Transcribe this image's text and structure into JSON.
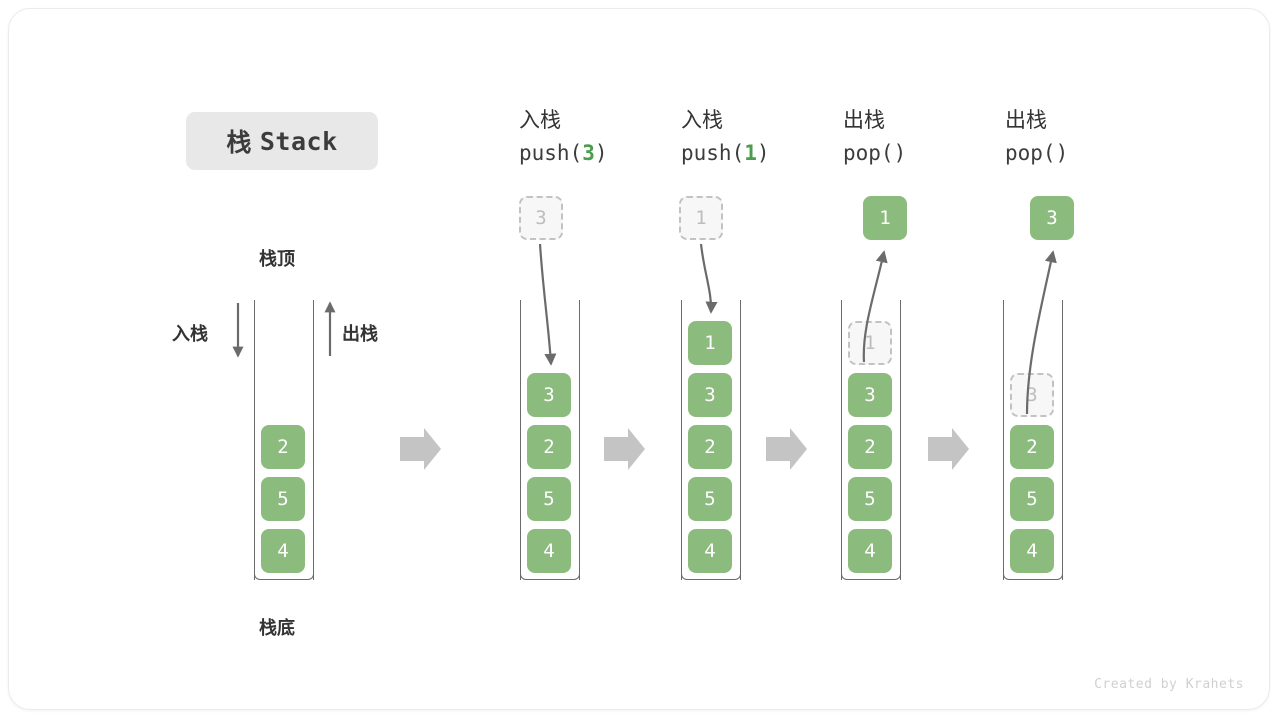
{
  "title": {
    "cn": "栈",
    "en": "Stack"
  },
  "labels": {
    "top": "栈顶",
    "bottom": "栈底",
    "push_side": "入栈",
    "pop_side": "出栈"
  },
  "credit": "Created by Krahets",
  "colors": {
    "cell_fill": "#8cbb7e",
    "cell_text": "#ffffff",
    "ghost_fill": "#f7f7f7",
    "ghost_border": "#c2c2c2",
    "ghost_text": "#bdbdbd",
    "arrow": "#6b6b6b",
    "block_arrow": "#c4c4c4",
    "badge_bg": "#e8e8e8",
    "accent_green": "#4a9d4a"
  },
  "columns": [
    {
      "id": "initial",
      "header_cn": "",
      "header_code_prefix": "",
      "header_code_arg": "",
      "header_code_suffix": "",
      "cells": [
        "2",
        "5",
        "4"
      ],
      "ghost_index": -1,
      "floating": null
    },
    {
      "id": "push-3",
      "header_cn": "入栈",
      "header_code_prefix": "push(",
      "header_code_arg": "3",
      "header_code_suffix": ")",
      "cells": [
        "3",
        "2",
        "5",
        "4"
      ],
      "ghost_index": -1,
      "floating": {
        "value": "3",
        "style": "ghost",
        "direction": "down"
      }
    },
    {
      "id": "push-1",
      "header_cn": "入栈",
      "header_code_prefix": "push(",
      "header_code_arg": "1",
      "header_code_suffix": ")",
      "cells": [
        "1",
        "3",
        "2",
        "5",
        "4"
      ],
      "ghost_index": -1,
      "floating": {
        "value": "1",
        "style": "ghost",
        "direction": "down"
      }
    },
    {
      "id": "pop-1",
      "header_cn": "出栈",
      "header_code_prefix": "pop(",
      "header_code_arg": "",
      "header_code_suffix": ")",
      "cells": [
        "1",
        "3",
        "2",
        "5",
        "4"
      ],
      "ghost_index": 0,
      "floating": {
        "value": "1",
        "style": "solid",
        "direction": "up"
      }
    },
    {
      "id": "pop-3",
      "header_cn": "出栈",
      "header_code_prefix": "pop(",
      "header_code_arg": "",
      "header_code_suffix": ")",
      "cells": [
        "3",
        "2",
        "5",
        "4"
      ],
      "ghost_index": 0,
      "floating": {
        "value": "3",
        "style": "solid",
        "direction": "up"
      }
    }
  ]
}
